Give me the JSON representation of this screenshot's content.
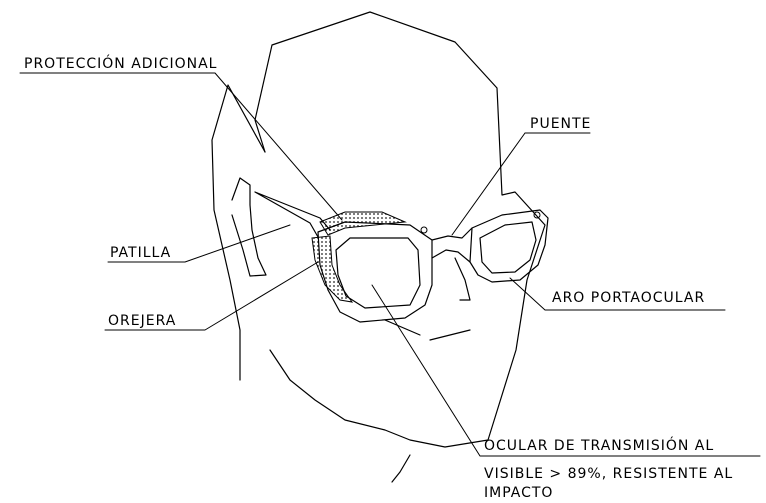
{
  "labels": {
    "proteccion": "PROTECCIÓN ADICIONAL",
    "puente": "PUENTE",
    "patilla": "PATILLA",
    "aro": "ARO PORTAOCULAR",
    "orejera": "OREJERA",
    "ocular_line1": "OCULAR DE TRANSMISIÓN AL",
    "ocular_line2": "VISIBLE > 89%, RESISTENTE AL",
    "ocular_line3": "IMPACTO"
  },
  "colors": {
    "stroke": "#000000",
    "background": "#ffffff",
    "mesh": "#555555"
  }
}
